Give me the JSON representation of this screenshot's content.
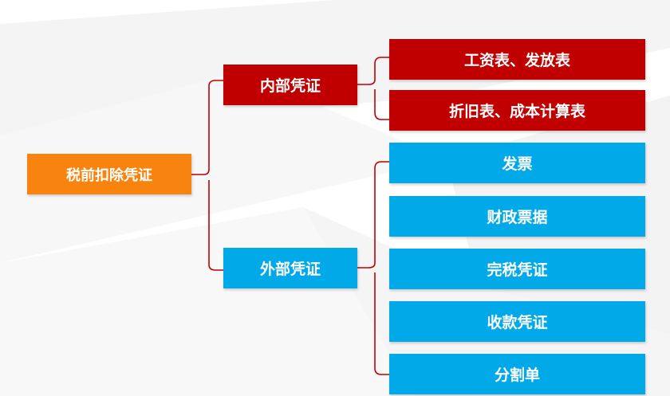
{
  "colors": {
    "root": "#F7840F",
    "internal": "#C00000",
    "external": "#02A9E8",
    "connector": "#C00000",
    "text": "#FFFFFF"
  },
  "diagram": {
    "root": {
      "label": "税前扣除凭证"
    },
    "internal": {
      "label": "内部凭证",
      "items": [
        "工资表、发放表",
        "折旧表、成本计算表"
      ]
    },
    "external": {
      "label": "外部凭证",
      "items": [
        "发票",
        "财政票据",
        "完税凭证",
        "收款凭证",
        "分割单"
      ]
    }
  }
}
